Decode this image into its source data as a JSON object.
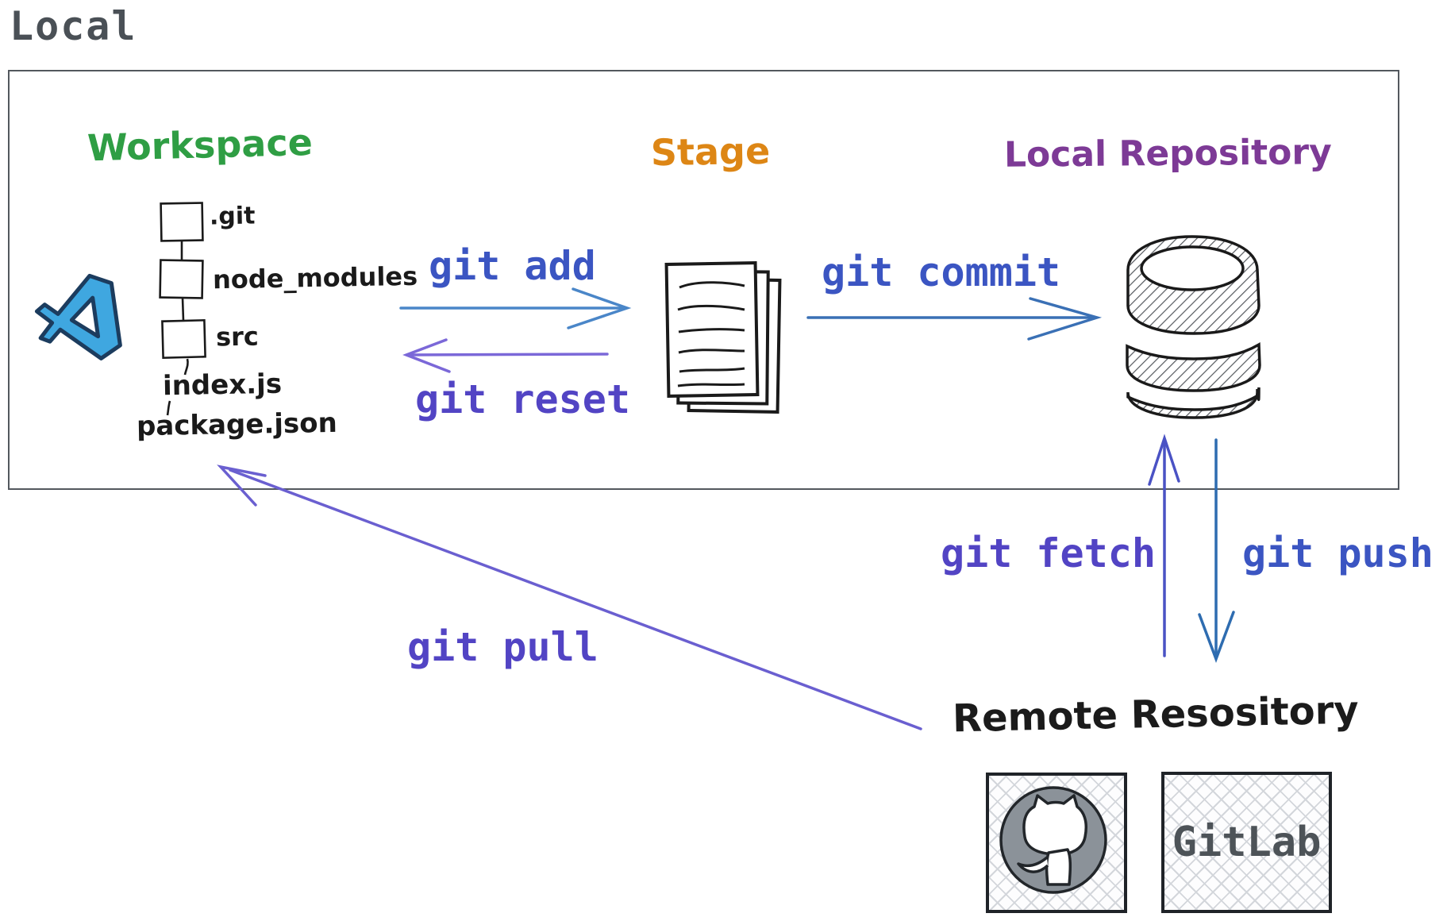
{
  "title": "Local",
  "workspace": {
    "label": "Workspace",
    "files": [
      ".git",
      "node_modules",
      "src",
      "index.js",
      "package.json"
    ]
  },
  "stage": {
    "label": "Stage"
  },
  "local_repository": {
    "label": "Local Repository"
  },
  "remote_repository": {
    "label": "Remote Resository",
    "gitlab_label": "GitLab"
  },
  "commands": {
    "add": "git add",
    "reset": "git reset",
    "commit": "git commit",
    "fetch": "git fetch",
    "push": "git push",
    "pull": "git pull"
  },
  "icons": {
    "workspace_editor": "vscode-logo-icon",
    "stage_files": "staged-documents-icon",
    "local_repo": "database-cylinder-icon",
    "remote_github": "github-octocat-icon"
  },
  "colors": {
    "title_gray": "#4a5056",
    "workspace_green": "#2f9e44",
    "stage_orange": "#dd8615",
    "local_repo_purple": "#7d3a96",
    "command_blue": "#3b55c2",
    "command_purple": "#5244c4",
    "add_arrow": "#4a86c8",
    "reset_arrow": "#7b68d8",
    "commit_arrow": "#3a70b5",
    "fetch_arrow": "#4a52c4",
    "push_arrow": "#2e6cb0",
    "pull_arrow": "#6a5fd0"
  }
}
